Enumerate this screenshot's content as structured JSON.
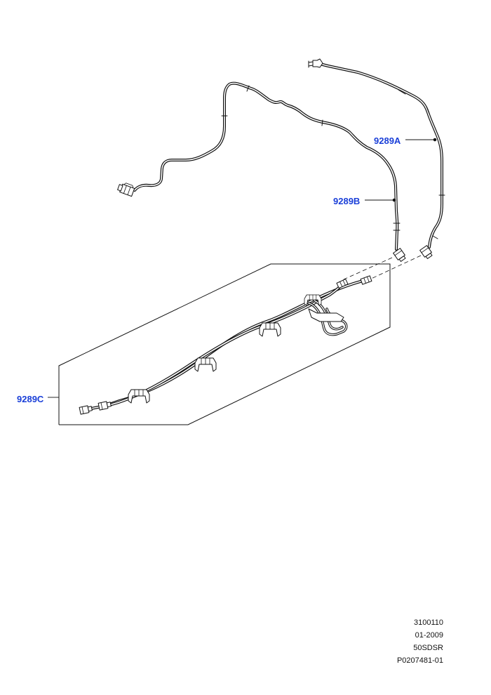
{
  "callouts": {
    "a": "9289A",
    "b": "9289B",
    "c": "9289C"
  },
  "footer": {
    "line1": "3100110",
    "line2": "01-2009",
    "line3": "50SDSR",
    "line4": "P0207481-01"
  },
  "colors": {
    "callout_text": "#1a3fd8",
    "line_art": "#111111",
    "background": "#ffffff"
  }
}
